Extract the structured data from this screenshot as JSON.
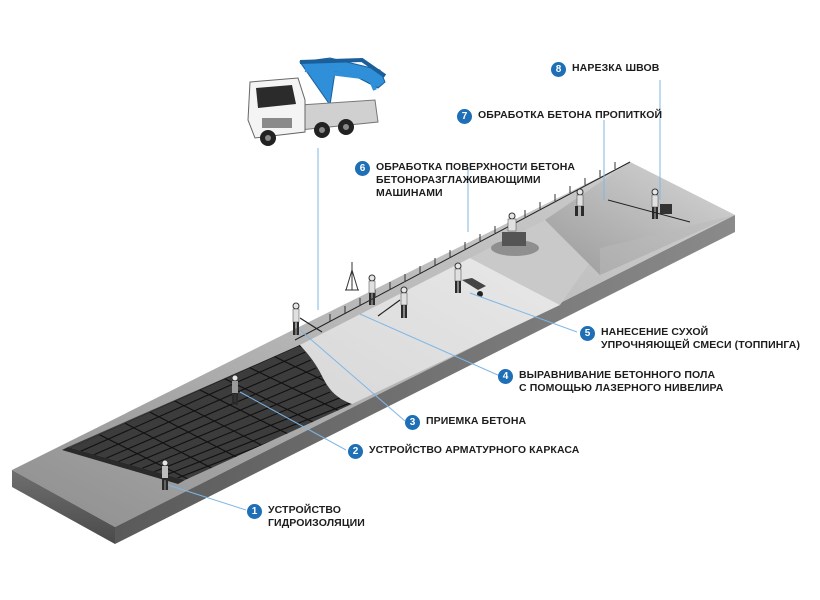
{
  "accent_color": "#1e6fb6",
  "steps": [
    {
      "number": "1",
      "lines": [
        "УСТРОЙСТВО",
        "ГИДРОИЗОЛЯЦИИ"
      ]
    },
    {
      "number": "2",
      "lines": [
        "УСТРОЙСТВО АРМАТУРНОГО КАРКАСА"
      ]
    },
    {
      "number": "3",
      "lines": [
        "ПРИЕМКА БЕТОНА"
      ]
    },
    {
      "number": "4",
      "lines": [
        "ВЫРАВНИВАНИЕ БЕТОННОГО ПОЛА",
        "С ПОМОЩЬЮ ЛАЗЕРНОГО НИВЕЛИРА"
      ]
    },
    {
      "number": "5",
      "lines": [
        "НАНЕСЕНИЕ СУХОЙ",
        "УПРОЧНЯЮЩЕЙ СМЕСИ (ТОППИНГА)"
      ]
    },
    {
      "number": "6",
      "lines": [
        "ОБРАБОТКА ПОВЕРХНОСТИ БЕТОНА",
        "БЕТОНОРАЗГЛАЖИВАЮЩИМИ",
        "МАШИНАМИ"
      ]
    },
    {
      "number": "7",
      "lines": [
        "ОБРАБОТКА БЕТОНА ПРОПИТКОЙ"
      ]
    },
    {
      "number": "8",
      "lines": [
        "НАРЕЗКА ШВОВ"
      ]
    }
  ]
}
